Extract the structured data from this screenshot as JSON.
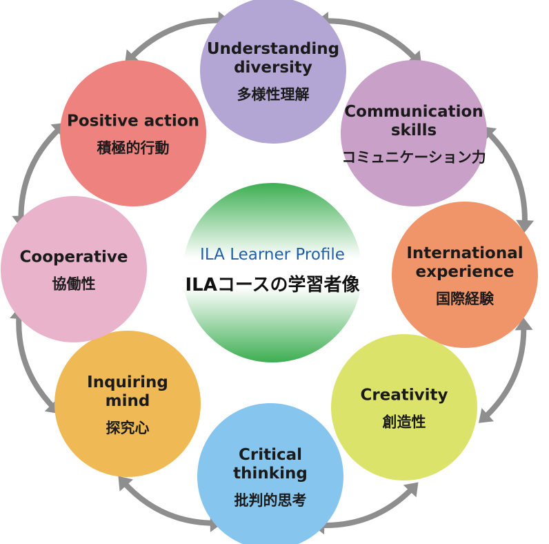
{
  "center": {
    "title_en": "ILA Learner Profile",
    "title_ja": "ILAコースの学習者像"
  },
  "nodes": [
    {
      "id": "understanding-diversity",
      "en_lines": [
        "Understanding",
        "diversity"
      ],
      "ja": "多様性理解",
      "color": "#b3a6d4"
    },
    {
      "id": "communication-skills",
      "en_lines": [
        "Communication",
        "skills"
      ],
      "ja": "コミュニケーション力",
      "color": "#c9a0c8"
    },
    {
      "id": "international-experience",
      "en_lines": [
        "International",
        "experience"
      ],
      "ja": "国際経験",
      "color": "#f0956a"
    },
    {
      "id": "creativity",
      "en_lines": [
        "Creativity"
      ],
      "ja": "創造性",
      "color": "#dce36a"
    },
    {
      "id": "critical-thinking",
      "en_lines": [
        "Critical",
        "thinking"
      ],
      "ja": "批判的思考",
      "color": "#86c6ee"
    },
    {
      "id": "inquiring-mind",
      "en_lines": [
        "Inquiring",
        "mind"
      ],
      "ja": "探究心",
      "color": "#efb956"
    },
    {
      "id": "cooperative",
      "en_lines": [
        "Cooperative"
      ],
      "ja": "協働性",
      "color": "#e8b3cb"
    },
    {
      "id": "positive-action",
      "en_lines": [
        "Positive action"
      ],
      "ja": "積極的行動",
      "color": "#ee827f"
    }
  ],
  "colors": {
    "arrow": "#8e8e8e",
    "center_gradient_top": "#3dae52",
    "center_gradient_bottom": "#3dae52",
    "center_title_en": "#1f5fa8"
  },
  "icons": [
    "double-headed-arrow"
  ]
}
